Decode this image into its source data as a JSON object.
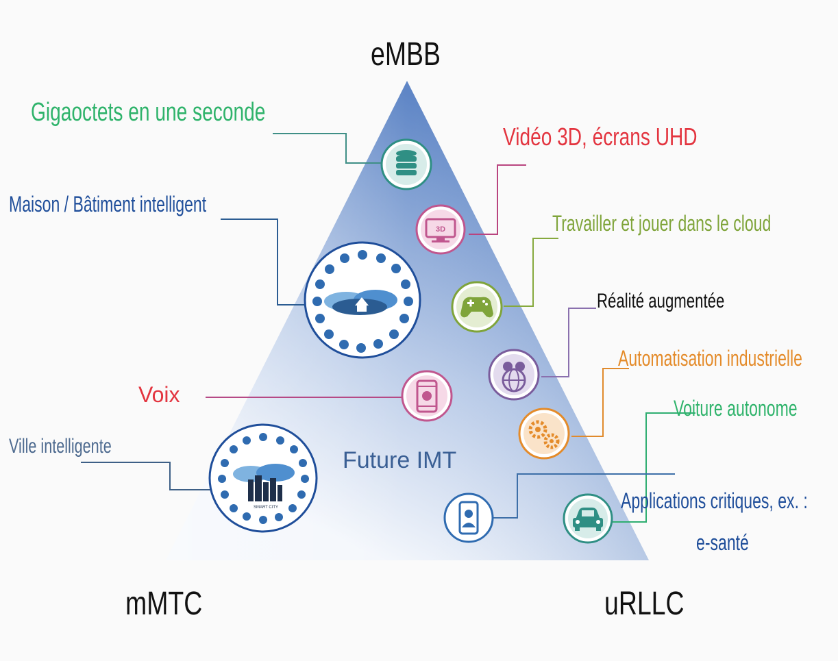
{
  "corners": {
    "top": "eMBB",
    "bottom_left": "mMTC",
    "bottom_right": "uRLLC"
  },
  "center_label": "Future IMT",
  "labels": {
    "gigabytes": "Gigaoctets en une seconde",
    "video3d": "Vidéo 3D, écrans UHD",
    "smart_home": "Maison / Bâtiment intelligent",
    "cloud_work": "Travailler et jouer dans le cloud",
    "augmented_reality": "Réalité augmentée",
    "voice": "Voix",
    "industrial": "Automatisation industrielle",
    "autonomous_car": "Voiture autonome",
    "smart_city": "Ville intelligente",
    "critical_apps_line1": "Applications critiques, ex. :",
    "critical_apps_line2": "e-santé"
  },
  "icon_text": {
    "screen_3d": "3D",
    "smart_city_caption": "SMART CITY"
  },
  "colors": {
    "triangle_light": "#eef3fb",
    "triangle_dark": "#5d86c8",
    "green": "#2fb36b",
    "red": "#e3343f",
    "blue": "#1f4e9a",
    "olive": "#7fa43a",
    "purple": "#7a5c9c",
    "orange": "#e48b2a",
    "pink": "#c0568e",
    "teal": "#2f8f84",
    "slate": "#4d6a8f"
  }
}
